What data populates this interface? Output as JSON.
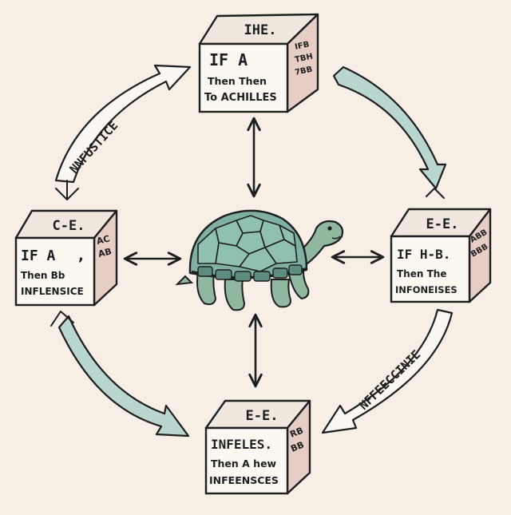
{
  "colors": {
    "background": "#f7efe6",
    "ink": "#1e1e1e",
    "box_front": "#fbf7f1",
    "box_top": "#f0e8df",
    "box_side": "#e6cec7",
    "arrow_fill": "#b9d6d0",
    "banner_fill": "#fbf8f3",
    "shell": "#7fb0a3",
    "shell_dark": "#5c8d80",
    "skin": "#8fb89e"
  },
  "boxes": {
    "top": {
      "header": "IHE.",
      "line1": "IF A",
      "line2": "Then Then",
      "line3": "To ACHILLES",
      "side1": "IFB",
      "side2": "TBH",
      "side3": "7BB"
    },
    "left": {
      "header": "C-E.",
      "line1": "IF A",
      "comma": ",",
      "line2": "Then Bb",
      "line3": "INFLENSICE",
      "side1": "AC",
      "side2": "AB"
    },
    "right": {
      "header": "E-E.",
      "line1": "IF H-B.",
      "line2": "Then The",
      "line3": "INFONEISES",
      "side1": "ABB",
      "side2": "BBB"
    },
    "bottom": {
      "header": "E-E.",
      "line1": "INFELES.",
      "line2": "Then A hew",
      "line3": "INFEENSCES",
      "side1": "RB",
      "side2": "BB"
    }
  },
  "banners": {
    "top_left": "NNFUSTICE",
    "bottom_right": "NFFEECCINIE"
  },
  "icons": {
    "center": "tortoise-icon"
  }
}
